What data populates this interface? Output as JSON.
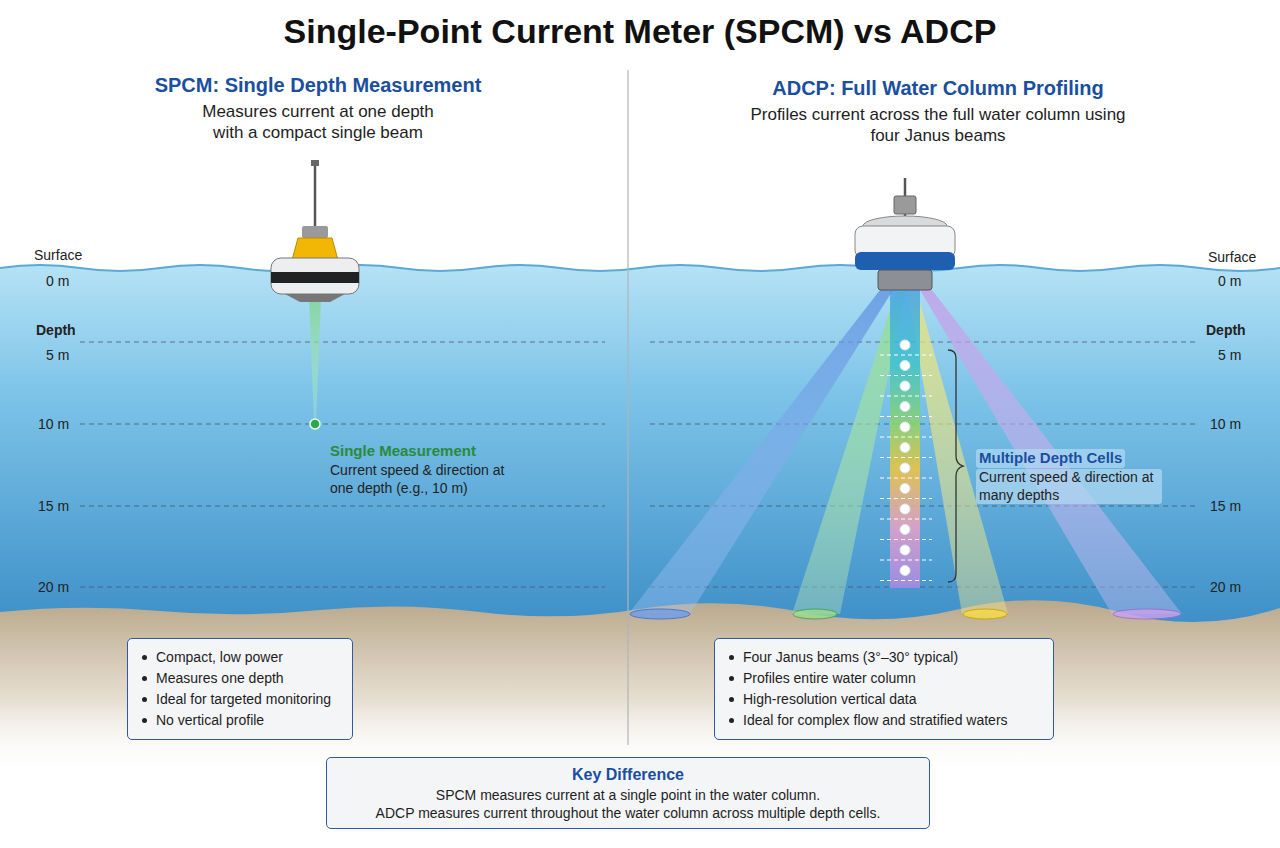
{
  "diagram": {
    "title": "Single-Point Current Meter (SPCM) vs ADCP",
    "nodes": [
      {
        "text": [
          "Compact, low power",
          "Measures one depth",
          "Ideal for targeted monitoring",
          "No vertical profile"
        ]
      },
      {
        "text": [
          "Four Janus beams (3°–30° typical)",
          "Profiles entire water column",
          "High-resolution vertical data",
          "Ideal for complex flow and stratified waters"
        ]
      },
      {
        "text": [
          "Key Difference",
          "SPCM measures current at a single point in the water column.",
          "ADCP measures current throughout the water column across multiple depth cells."
        ]
      }
    ],
    "labels": [
      "SPCM: Single Depth Measurement",
      "Measures current at one depth with a compact single beam",
      "Surface",
      "0 m",
      "Depth",
      "5 m",
      "10 m",
      "15 m",
      "20 m",
      "Single Measurement",
      "Current speed & direction at one depth (e.g., 10 m)",
      "ADCP: Full Water Column Profiling",
      "Profiles current across the full water column using four Janus beams",
      "Surface",
      "0 m",
      "Depth",
      "5 m",
      "10 m",
      "15 m",
      "20 m",
      "Multiple Depth Cells",
      "Current speed & direction at many depths"
    ]
  }
}
